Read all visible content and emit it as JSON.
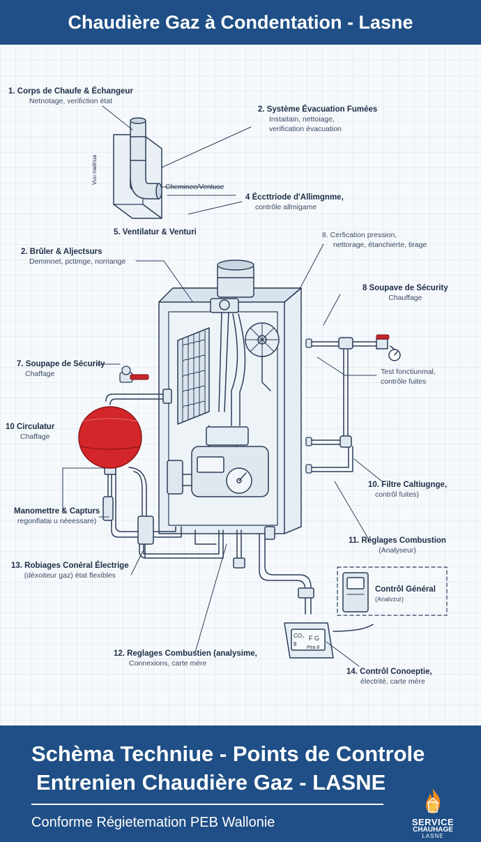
{
  "header": {
    "title": "Chaudière Gaz à Condentation - Lasne"
  },
  "labels": {
    "l1": {
      "title": "1. Corps de Chaufe & Échangeur",
      "sub": "Netnotage, verifiction état"
    },
    "l2": {
      "title": "2.  Système Évacuation Fumées",
      "sub1": "Instaitain, nettoiage,",
      "sub2": "verification évacuation"
    },
    "chem": "Cheminee/Ventuse",
    "vert": "Vuu nadnua",
    "l4": {
      "title": "4  Éccttriode d'Allimgnme,",
      "sub": "contrôle allmigame"
    },
    "l5": {
      "title": "5.    Ventilatur & Venturi"
    },
    "l2b": {
      "title": "2. Brûler & Aljectsurs",
      "sub": "Demmnet, pctimge, norriange"
    },
    "l8a": {
      "sub1": "8.  Cerfication pression,",
      "sub2": "nettorage, étanchierte, tirage"
    },
    "l8b": {
      "title": "8  Soupave de Sécurity",
      "sub": "Chauffage"
    },
    "l7": {
      "title": "7. Soupape de Sécurity",
      "sub": "Chaffage"
    },
    "ltest": {
      "sub1": "Test fonctiunmal,",
      "sub2": "contrôle fuites"
    },
    "l10": {
      "title": "10  Circulatur",
      "sub": "Chaffage"
    },
    "l10b": {
      "title": "10. Filtre Caltiugnge,",
      "sub": "contrôl fuites)"
    },
    "lmano": {
      "title": "Manomettre & Capturs",
      "sub": "regonflatai u néeessare)"
    },
    "l11": {
      "title": "11. Réglages Combustion",
      "sub": "(Analyseur)"
    },
    "l13": {
      "title": "13. Robiages Conéral Électrige",
      "sub": "(déxoiteur gaz)  état flexibles"
    },
    "lcg": {
      "title": "Contrôl Général",
      "sub": "(Analvzur)"
    },
    "l12": {
      "title": "12. Reglages Combustien (analysime,",
      "sub": "Connexions, carte mère"
    },
    "l14": {
      "title": "14. Contrôl Conoeptie,",
      "sub": "électrité, carte mère"
    },
    "analyzer": {
      "top": "CO₂",
      "mid": "F G",
      "b": "8",
      "bottom": "Pea 8"
    }
  },
  "footer": {
    "title1": "Schèma Techniue - Points de Controle",
    "title2": "Entrenien Chaudière Gaz - LASNE",
    "subtitle": "Conforme Régietemation PEB Wallonie",
    "logo": {
      "line1": "SERVICE",
      "line2": "CHAUHAGE",
      "line3": "LASNE"
    }
  },
  "colors": {
    "header_bg": "#1f4f86",
    "ink": "#2b3d57",
    "vessel": "#d3262a",
    "valve": "#c6262c",
    "canvas": "#f6f9fc"
  }
}
